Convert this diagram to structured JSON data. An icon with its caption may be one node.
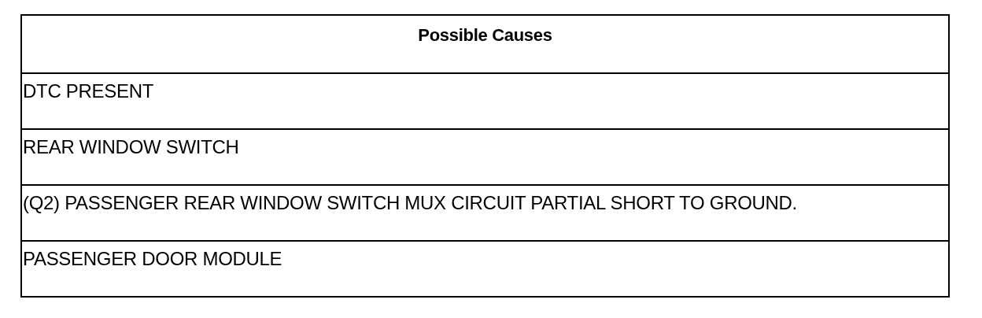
{
  "diagram": {
    "labels": [
      "Possible Causes",
      "DTC PRESENT",
      "REAR WINDOW SWITCH",
      "(Q2) PASSENGER REAR WINDOW SWITCH MUX CIRCUIT PARTIAL SHORT TO GROUND.",
      "PASSENGER DOOR MODULE"
    ]
  }
}
